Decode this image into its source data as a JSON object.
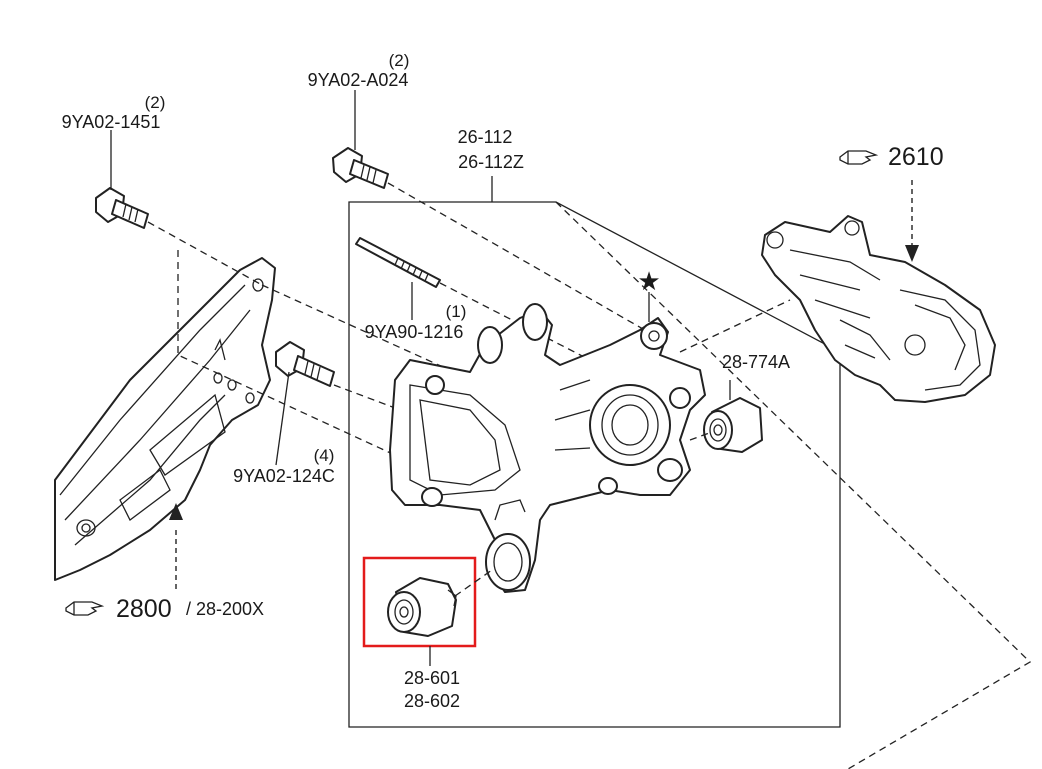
{
  "labels": {
    "bolt_1451": {
      "qty": "(2)",
      "part": "9YA02-1451"
    },
    "bolt_a024": {
      "qty": "(2)",
      "part": "9YA02-A024"
    },
    "knuckle": {
      "line1": "26-112",
      "line2": "26-112Z"
    },
    "stud_1216": {
      "qty": "(1)",
      "part": "9YA90-1216"
    },
    "bolt_124c": {
      "qty": "(4)",
      "part": "9YA02-124C"
    },
    "bushing_774a": {
      "part": "28-774A"
    },
    "bushing_601": {
      "line1": "28-601",
      "line2": "28-602"
    },
    "ref_2800": {
      "main": "2800",
      "slash": "/",
      "alt": "28-200X"
    },
    "ref_2610": {
      "main": "2610"
    },
    "star": "★"
  },
  "colors": {
    "highlight": "#e31b1b",
    "ink": "#222222"
  },
  "icons": [
    "pointing-hand-icon",
    "star-icon"
  ]
}
